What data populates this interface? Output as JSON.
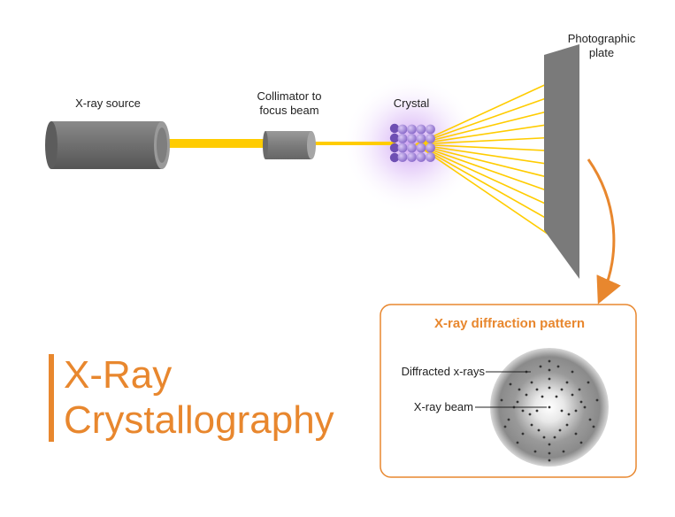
{
  "labels": {
    "source": "X-ray source",
    "collimator_line1": "Collimator to",
    "collimator_line2": "focus beam",
    "crystal": "Crystal",
    "plate_line1": "Photographic",
    "plate_line2": "plate"
  },
  "pattern_panel": {
    "title": "X-ray diffraction pattern",
    "diffracted_label": "Diffracted x-rays",
    "beam_label": "X-ray beam"
  },
  "title": {
    "line1": "X-Ray",
    "line2": "Crystallography"
  },
  "colors": {
    "beam": "#ffcc00",
    "accent": "#e8872e",
    "crystal": "#9b7fd4",
    "device": "#707070",
    "plate": "#7a7a7a"
  },
  "diffracted_ray_count": 12
}
